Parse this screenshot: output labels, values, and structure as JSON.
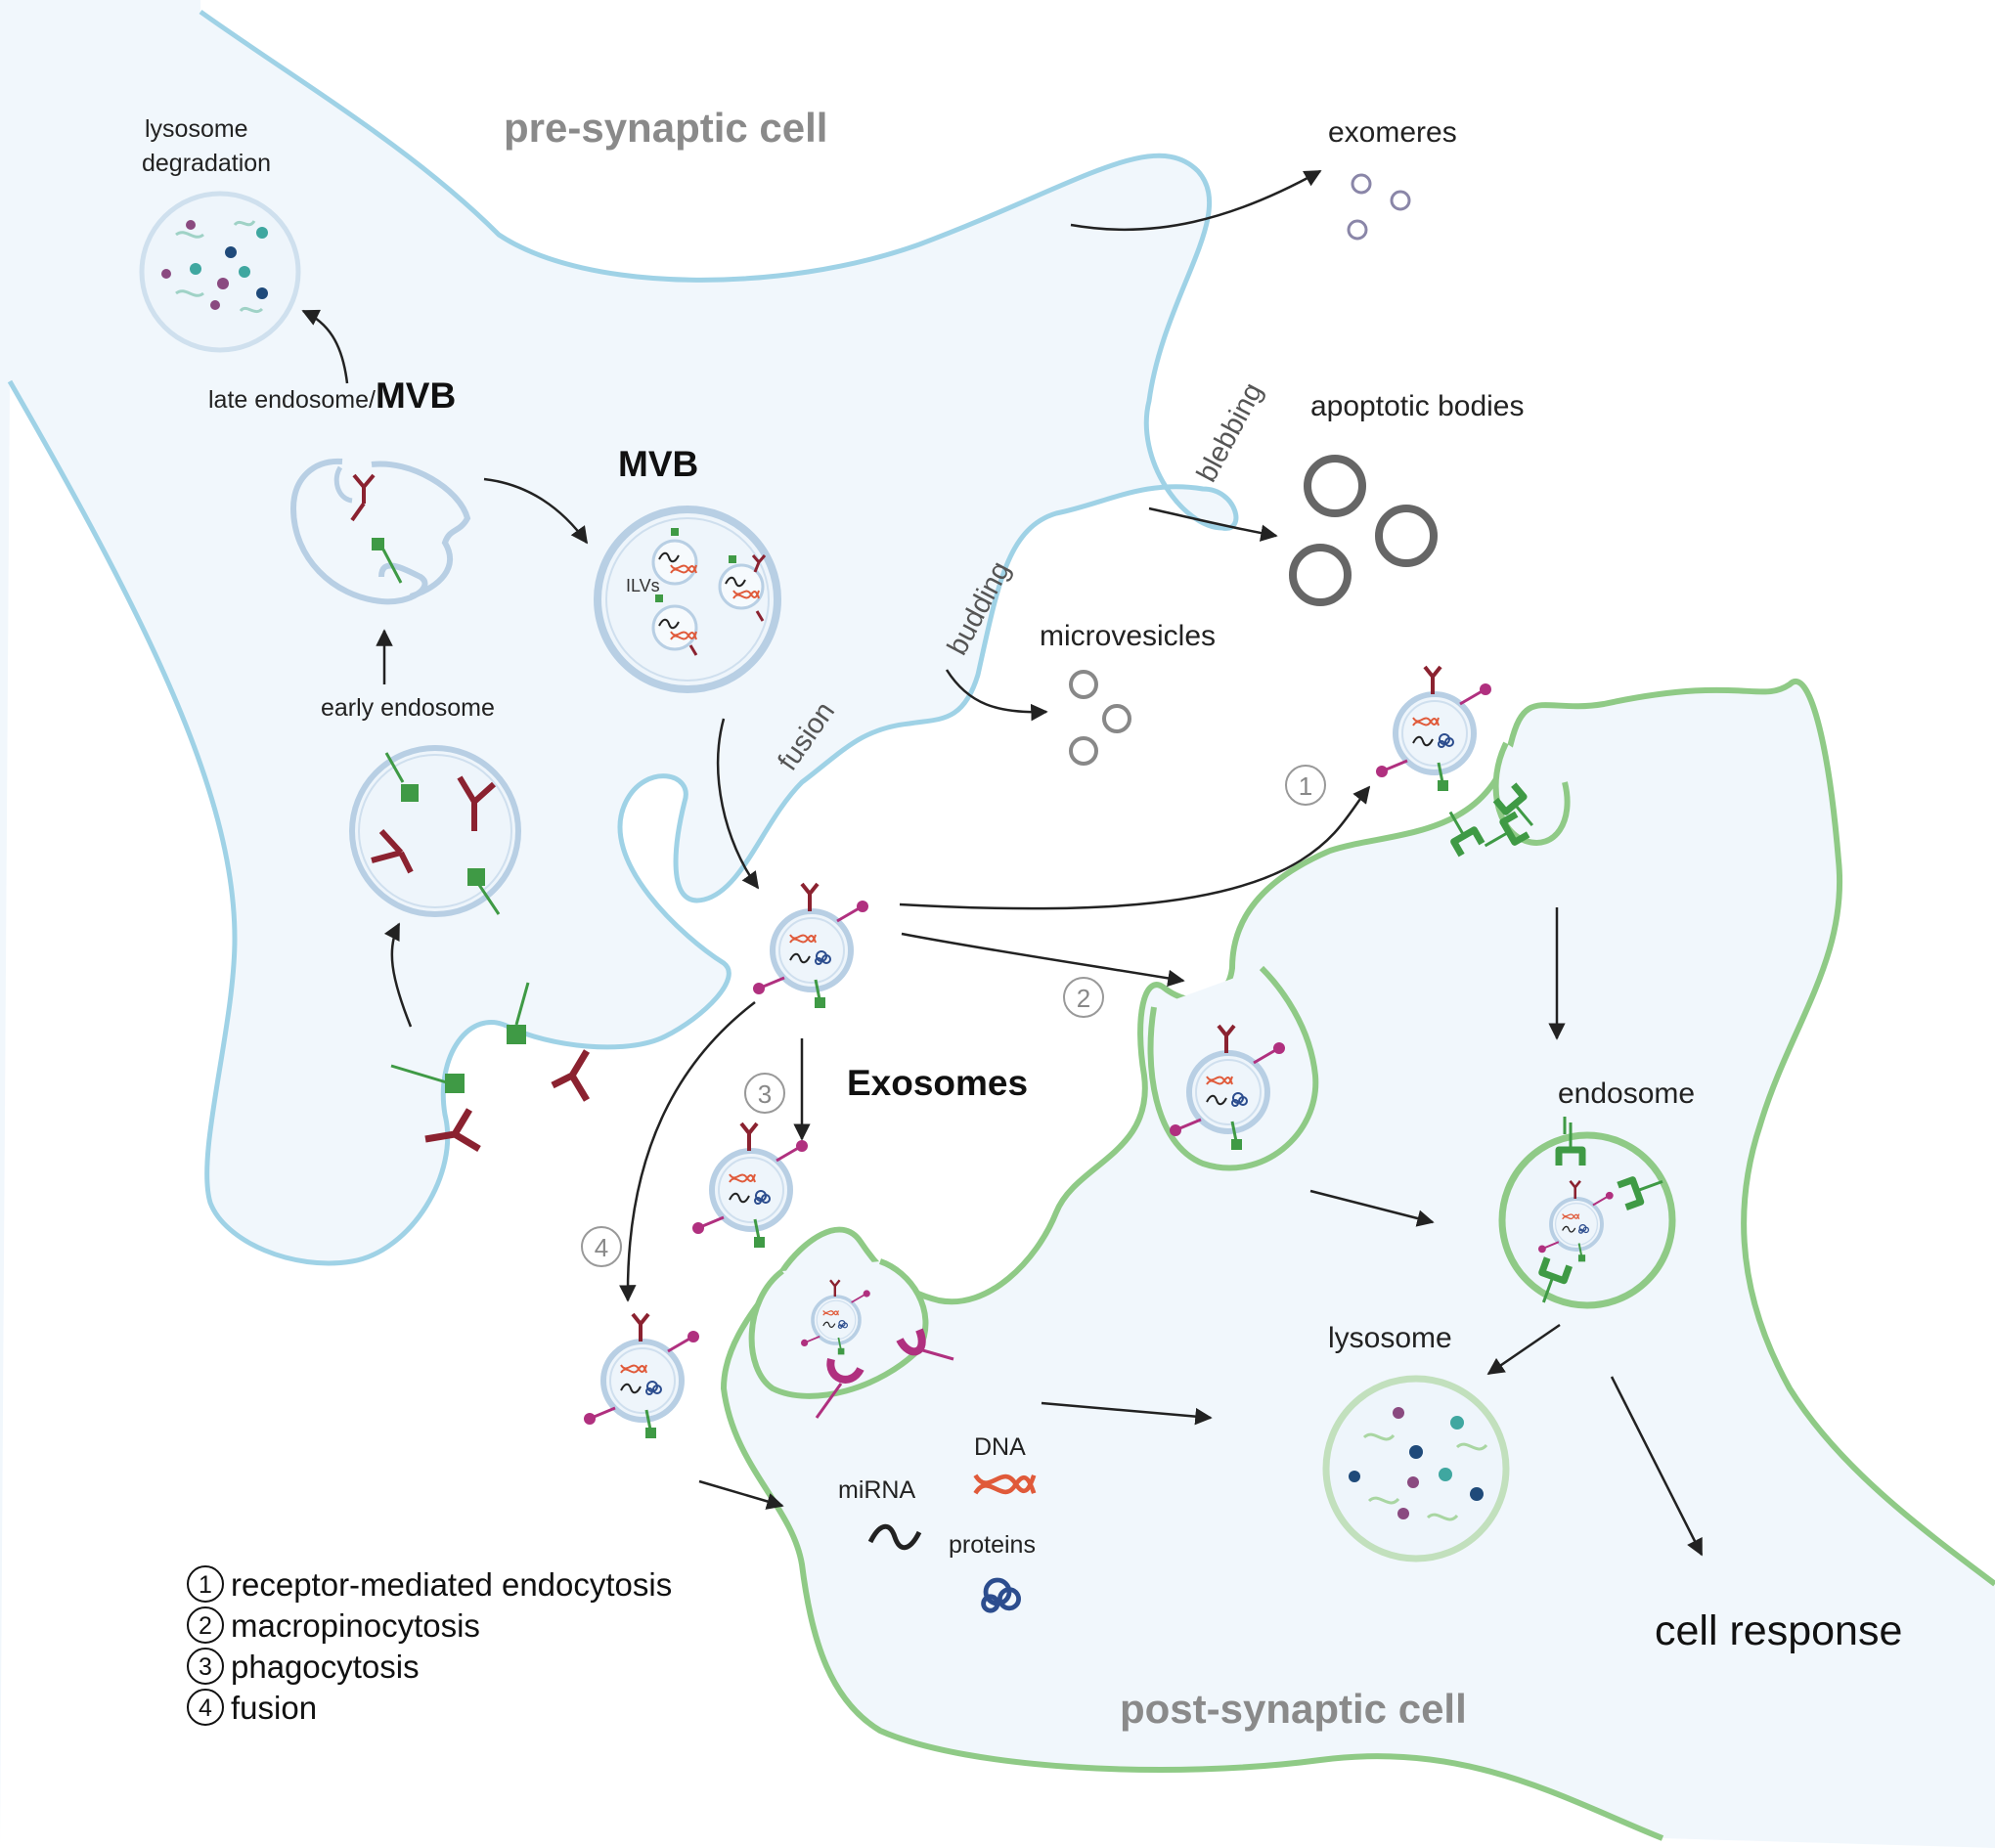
{
  "cells": {
    "pre": "pre-synaptic cell",
    "post": "post-synaptic cell"
  },
  "labels": {
    "lysosome_degradation_1": "lysosome",
    "lysosome_degradation_2": "degradation",
    "late_endosome_prefix": "late endosome/",
    "late_endosome_mvb": "MVB",
    "mvb": "MVB",
    "ilvs": "ILVs",
    "early_endosome": "early endosome",
    "exomeres": "exomeres",
    "apoptotic_bodies": "apoptotic bodies",
    "microvesicles": "microvesicles",
    "blebbing": "blebbing",
    "budding": "budding",
    "fusion": "fusion",
    "exosomes": "Exosomes",
    "endosome": "endosome",
    "lysosome": "lysosome",
    "cell_response": "cell response",
    "dna": "DNA",
    "mirna": "miRNA",
    "proteins": "proteins"
  },
  "markers": [
    "1",
    "2",
    "3",
    "4"
  ],
  "legend": [
    {
      "num": "1",
      "text": "receptor-mediated endocytosis"
    },
    {
      "num": "2",
      "text": "macropinocytosis"
    },
    {
      "num": "3",
      "text": "phagocytosis"
    },
    {
      "num": "4",
      "text": "fusion"
    }
  ],
  "colors": {
    "pre_membrane": "#9fd2e6",
    "post_membrane": "#8fca86",
    "cell_fill": "#f1f7fc",
    "receptor_red": "#8b2230",
    "ligand_green": "#3f9a45",
    "magenta": "#b0307f",
    "dna_red": "#e05a3a",
    "protein_blue": "#2c4d8e"
  }
}
